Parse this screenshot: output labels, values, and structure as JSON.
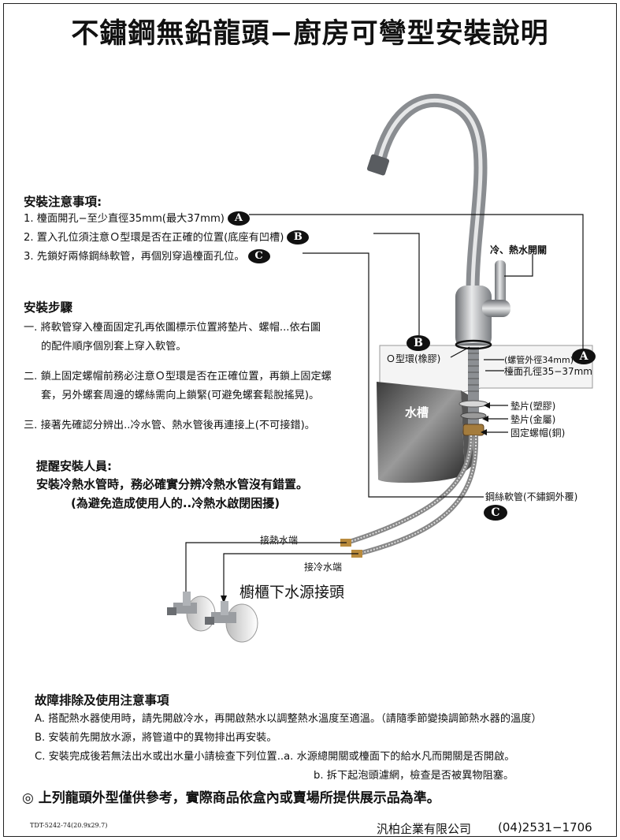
{
  "title": "不鏽鋼無鉛龍頭−廚房可彎型安裝說明",
  "notes": {
    "heading": "安裝注意事項:",
    "items": [
      {
        "text": "1. 檯面開孔−至少直徑35mm(最大37mm)",
        "marker": "A"
      },
      {
        "text": "2. 置入孔位須注意Ｏ型環是否在正確的位置(底座有凹槽)",
        "marker": "B"
      },
      {
        "text": "3. 先鎖好兩條鋼絲軟管，再個別穿過檯面孔位。",
        "marker": "C"
      }
    ]
  },
  "steps": {
    "heading": "安裝步驟",
    "items": [
      [
        "一. 將軟管穿入檯面固定孔再依圖標示位置將墊片、螺帽...依右圖",
        "的配件順序個別套上穿入軟管。"
      ],
      [
        "二. 鎖上固定螺帽前務必注意Ｏ型環是否在正確位置，再鎖上固定螺",
        "套，另外螺套周邊的螺絲需向上鎖緊(可避免螺套鬆脫搖晃)。"
      ],
      [
        "三. 接著先確認分辨出..冷水管、熱水管後再連接上(不可接錯)。"
      ]
    ]
  },
  "reminder": {
    "heading": "提醒安裝人員:",
    "line1": "安裝冷熱水管時，務必確實分辨冷熱水管沒有錯置。",
    "line2": "(為避免造成使用人的..冷熱水啟閉困擾)"
  },
  "diagram": {
    "handle_label": "冷、熱水開關",
    "oring_label": "Ｏ型環(橡膠)",
    "marker_b": "B",
    "marker_a": "A",
    "marker_c": "C",
    "pipe_dia": "(螺管外徑34mm)",
    "hole_dia": "檯面孔徑35−37mm",
    "sink": "水槽",
    "gasket_plastic": "墊片(塑膠)",
    "gasket_metal": "墊片(金屬)",
    "nut": "固定螺帽(銅)",
    "hose": "鋼絲軟管(不鏽鋼外覆)",
    "hot_end": "接熱水端",
    "cold_end": "接冷水端",
    "valve_label": "櫥櫃下水源接頭"
  },
  "trouble": {
    "heading": "故障排除及使用注意事項",
    "a": "A. 搭配熱水器使用時，請先開啟冷水，再開啟熱水以調整熱水溫度至適溫。（請隨季節變換調節熱水器的溫度）",
    "b": "B. 安裝前先開放水源，將管道中的異物排出再安裝。",
    "c": "C. 安裝完成後若無法出水或出水量小請檢查下列位置..a. 水源總開關或檯面下的給水凡而開關是否開啟。",
    "c2": "b. 拆下起泡頭濾網，檢查是否被異物阻塞。"
  },
  "notice": "◎ 上列龍頭外型僅供參考，實際商品依盒內或賣場所提供展示品為準。",
  "footer": {
    "code": "TDT-5242-74(20.9x29.7)",
    "company": "汎柏企業有限公司",
    "phone": "(04)2531−1706"
  }
}
